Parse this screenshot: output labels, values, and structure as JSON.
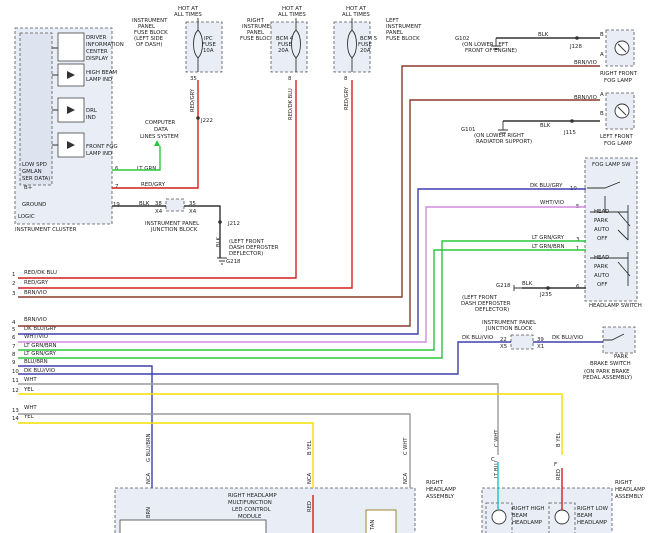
{
  "colors": {
    "red": "#d21f1f",
    "brown": "#8b3a2b",
    "blue": "#3f3fb0",
    "violet": "#d28be0",
    "green": "#28c83a",
    "yellow": "#f0e000",
    "white": "#9a9a9a",
    "cyan": "#19c4cf",
    "black": "#333333",
    "module_fill": "#e9eef6"
  },
  "cluster": {
    "title": "INSTRUMENT CLUSTER",
    "logic": "LOGIC",
    "dic": [
      "DRIVER",
      "INFORMATION",
      "CENTER",
      "DISPLAY"
    ],
    "high_beam": [
      "HIGH BEAM",
      "LAMP IND"
    ],
    "drl": [
      "DRL",
      "IND"
    ],
    "fog_ind": [
      "FRONT FOG",
      "LAMP IND"
    ],
    "low_spd": [
      "LOW SPD",
      "GMLAN",
      "SER DATA)"
    ],
    "bplus": "B+",
    "ground": "GROUND",
    "pin_lt_grn": "6",
    "pin_red_gry": "7",
    "pin_ground": "19"
  },
  "top": {
    "hot1": [
      "HOT AT",
      "ALL TIMES"
    ],
    "hot2": [
      "HOT AT",
      "ALL TIMES"
    ],
    "hot3": [
      "HOT AT",
      "ALL TIMES"
    ],
    "ip_fuse_block_left": [
      "INSTRUMENT",
      "PANEL",
      "FUSE BLOCK",
      "(LEFT SIDE",
      "OF DASH)"
    ],
    "ipc_fuse": [
      "IPC",
      "FUSE",
      "10A"
    ],
    "ip_fuse_block_right": [
      "RIGHT",
      "INSTRUMENT",
      "PANEL",
      "FUSE BLOCK"
    ],
    "bcm4_fuse": [
      "BCM 4",
      "FUSE",
      "20A"
    ],
    "bcm5_fuse": [
      "BCM 5",
      "FUSE",
      "20A"
    ],
    "ip_fuse_block_left2": [
      "LEFT",
      "INSTRUMENT",
      "PANEL",
      "FUSE BLOCK"
    ],
    "pin_35": "35",
    "pin_8": "8",
    "pin_8b": "8",
    "j222": "J222",
    "wire_red_gry": "RED/GRY",
    "wire_red_dkblu": "RED/DK BLU",
    "wire_red_gry2": "RED/GRY"
  },
  "cds": [
    "COMPUTER",
    "DATA",
    "LINES SYSTEM"
  ],
  "mid": {
    "lt_grn": "LT GRN",
    "red_gry": "RED/GRY",
    "blk": "BLK",
    "x4": "X4",
    "pin_38": "38",
    "pin_35b": "35",
    "ipjb": [
      "INSTRUMENT PANEL",
      "JUNCTION BLOCK"
    ],
    "j212": "J212",
    "blk_v": "BLK",
    "g218_note": [
      "(LEFT FRONT",
      "DASH DEFROSTER",
      "DEFLECTOR)"
    ],
    "g218": "G218"
  },
  "fog_right": {
    "g102": "G102",
    "g102_loc": [
      "(ON LOWER LEFT",
      "FRONT OF ENGINE)"
    ],
    "blk": "BLK",
    "j128": "J128",
    "b1": "B",
    "a1": "A",
    "brn_vio1": "BRN/VIO",
    "rf_fog": [
      "RIGHT FRONT",
      "FOG LAMP"
    ],
    "brn_vio2": "BRN/VIO",
    "a2": "A",
    "b2": "B",
    "g101": "G101",
    "g101_loc": [
      "(ON LOWER RIGHT",
      "RADIATOR SUPPORT)"
    ],
    "blk2": "BLK",
    "j115": "J115",
    "lf_fog": [
      "LEFT FRONT",
      "FOG LAMP"
    ]
  },
  "switch": {
    "fog_sw": "FOG LAMP SW",
    "title": "HEADLAMP SWITCH",
    "head": "HEAD",
    "park": "PARK",
    "auto": "AUTO",
    "off": "OFF",
    "head2": "HEAD",
    "park2": "PARK",
    "auto2": "AUTO",
    "off2": "OFF",
    "dk_blu_gry": "DK BLU/GRY",
    "wht_vio": "WHT/VIO",
    "lt_grn_gry": "LT GRN/GRY",
    "lt_grn_brn": "LT GRN/BRN",
    "pin_10": "10",
    "pin_5": "5",
    "pin_3": "3",
    "pin_1": "1",
    "pin_6": "6",
    "g218b": "G218",
    "blk": "BLK",
    "j235": "J235",
    "g218b_note": [
      "(LEFT FRONT",
      "DASH DEFROSTER",
      "DEFLECTOR)"
    ]
  },
  "brake": {
    "ipjb": [
      "INSTRUMENT PANEL",
      "JUNCTION BLOCK"
    ],
    "dk_blu_vio": "DK BLU/VIO",
    "dk_blu_vio2": "DK BLU/VIO",
    "pin_22": "22",
    "pin_39": "39",
    "x5": "X5",
    "x1": "X1",
    "title": [
      "PARK",
      "BRAKE SWITCH"
    ],
    "loc": [
      "(ON PARK BRAKE",
      "PEDAL ASSEMBLY)"
    ]
  },
  "bus": [
    {
      "n": "1",
      "label": "RED/DK BLU"
    },
    {
      "n": "2",
      "label": "RED/GRY"
    },
    {
      "n": "3",
      "label": "BRN/VIO"
    },
    {
      "n": "4",
      "label": "BRN/VIO"
    },
    {
      "n": "5",
      "label": "DK BLU/GRY"
    },
    {
      "n": "6",
      "label": "WHT/VIO"
    },
    {
      "n": "7",
      "label": "LT GRN/BRN"
    },
    {
      "n": "8",
      "label": "LT GRN/GRY"
    },
    {
      "n": "9",
      "label": "BLU/BRN"
    },
    {
      "n": "10",
      "label": "DK BLU/VIO"
    },
    {
      "n": "11",
      "label": "WHT"
    },
    {
      "n": "12",
      "label": "YEL"
    },
    {
      "n": "13",
      "label": "WHT"
    },
    {
      "n": "14",
      "label": "YEL"
    }
  ],
  "bottom": {
    "g_blu_brn": "G  BLU/BRN",
    "b_yel": "B  YEL",
    "c_wht": "C  WHT",
    "nca1": "NCA",
    "nca2": "NCA",
    "nca3": "NCA",
    "brn": "BRN",
    "red": "RED",
    "tan": "TAN",
    "module": [
      "RIGHT HEADLAMP",
      "MULTIFUNCTION",
      "LED CONTROL",
      "MODULE"
    ],
    "assy1": [
      "RIGHT",
      "HEADLAMP",
      "ASSEMBLY"
    ],
    "c_wht2": "C  WHT",
    "b_yel2": "B  YEL",
    "lt_blu": "LT BLU",
    "red2": "RED",
    "pin_c": "C",
    "pin_f": "F",
    "right_high": [
      "RIGHT HIGH",
      "BEAM",
      "HEADLAMP"
    ],
    "right_low": [
      "RIGHT LOW",
      "BEAM",
      "HEADLAMP"
    ],
    "assy2": [
      "RIGHT",
      "HEADLAMP",
      "ASSEMBLY"
    ]
  }
}
